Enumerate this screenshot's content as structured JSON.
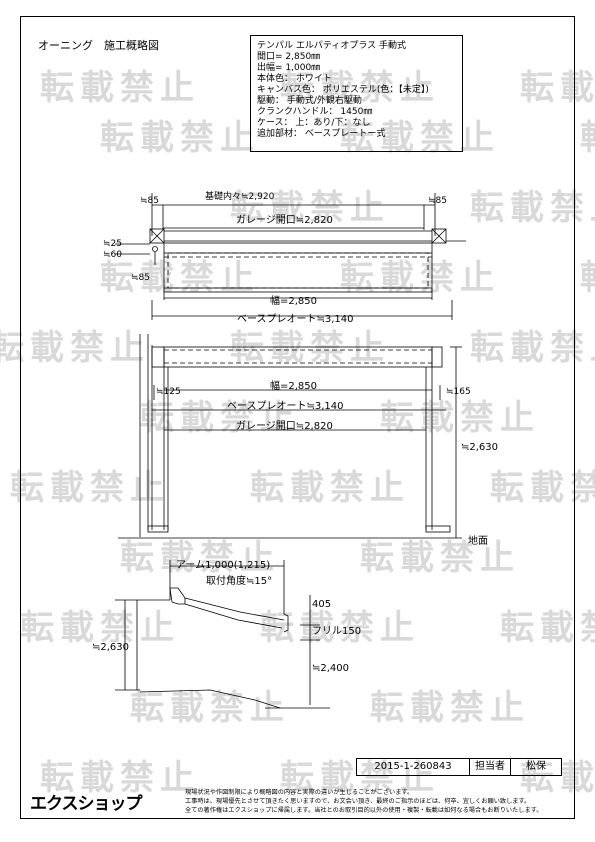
{
  "title": "オーニング　施工概略図",
  "spec": {
    "lines": [
      "テンパル エルパティオプラス 手動式",
      "間口= 2,850㎜",
      "出幅= 1,000㎜",
      "本体色： ホワイト",
      "キャンバス色： ポリエステル(色：【未定】)",
      "駆動： 手動式/外観右駆動",
      "クランクハンドル： 1450㎜",
      "ケース： 上：あり/下：なし",
      "追加部材： ベースプレートー式"
    ]
  },
  "watermark_text": "転載禁止",
  "top_view": {
    "kiso": "基礎内々≒2,920",
    "left85": "≒85",
    "right85": "≒85",
    "garage": "ガレージ開口≒2,820",
    "d25": "≒25",
    "d60": "≒60",
    "d85": "≒85",
    "width": "幅=2,850",
    "base": "ベースプレオート≒3,140"
  },
  "front_view": {
    "d125": "≒125",
    "d165": "≒165",
    "width": "幅=2,850",
    "base": "ベースプレオート≒3,140",
    "garage": "ガレージ開口≒2,820",
    "height": "≒2,630",
    "ground": "地面"
  },
  "side_view": {
    "arm": "アーム1,000(1,215)",
    "angle": "取付角度≒15°",
    "d405": "405",
    "frill": "フリル150",
    "height": "≒2,630",
    "d2400": "≒2,400"
  },
  "footer": {
    "doc_no": "2015-1-260843",
    "person_label": "担当者",
    "person": "松保",
    "logo": "エクスショップ",
    "notes": [
      "現場状況や作図制限により概略図の内容と実際の違いが生じることがございます。",
      "工事時は、現場優先とさせて頂きたく思いますので、お文会い頂き、最終のご指示のほどは、何卒、宜しくお願い致します。",
      "全ての著作権はエクスショップに帰属します。当社とのお取引目的以外の使用・複製・転載は如何なる場合もお断りいたします。"
    ]
  }
}
